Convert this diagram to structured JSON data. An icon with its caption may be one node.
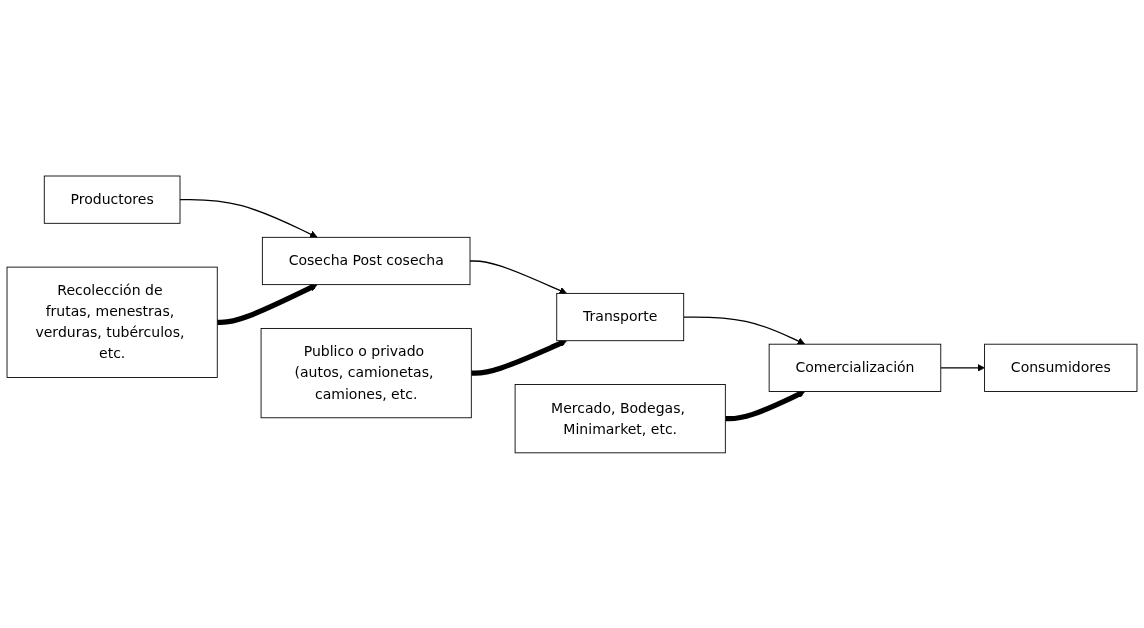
{
  "diagram": {
    "nodes": [
      {
        "text": [
          "Productores"
        ]
      },
      {
        "text": [
          "Cosecha Post cosecha"
        ]
      },
      {
        "text": [
          "Transporte"
        ]
      },
      {
        "text": [
          "Comercialización"
        ]
      },
      {
        "text": [
          "Consumidores"
        ]
      },
      {
        "text": [
          "Publico o privado (autos, camionetas, camiones, etc."
        ]
      },
      {
        "text": [
          "Recolección de frutas, menestras, verduras, tubérculos, etc."
        ]
      },
      {
        "text": [
          "Mercado, Bodegas, Minimarket, etc."
        ]
      }
    ],
    "edges": [
      {
        "from": 0,
        "to": 1,
        "arrow": "to"
      },
      {
        "from": 1,
        "to": 2,
        "arrow": "to"
      },
      {
        "from": 2,
        "to": 3,
        "arrow": "to"
      },
      {
        "from": 3,
        "to": 4,
        "arrow": "to"
      },
      {
        "from": 5,
        "to": 2,
        "arrow": "to",
        "style": "thick"
      },
      {
        "from": 6,
        "to": 1,
        "arrow": "to",
        "style": "thick"
      },
      {
        "from": 7,
        "to": 3,
        "arrow": "to",
        "style": "thick"
      }
    ]
  }
}
